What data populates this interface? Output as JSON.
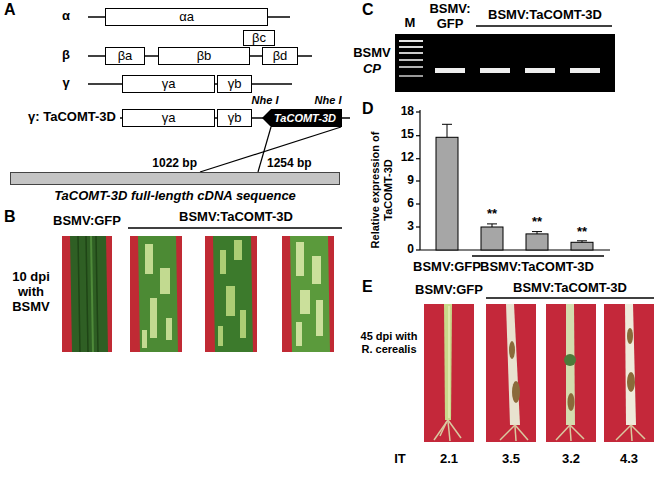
{
  "diagram": {
    "nodes": [
      {
        "text": [
          "αa"
        ]
      },
      {
        "text": [
          "βa"
        ]
      },
      {
        "text": [
          "βb"
        ]
      },
      {
        "text": [
          "βc"
        ]
      },
      {
        "text": [
          "βd"
        ]
      },
      {
        "text": [
          "γa"
        ]
      },
      {
        "text": [
          "γb"
        ]
      },
      {
        "text": [
          "γa"
        ]
      },
      {
        "text": [
          "γb"
        ]
      },
      {
        "text": [
          "TaCOMT-3D"
        ]
      },
      {
        "text": [
          "TaCOMT-3D full-length cDNA sequence"
        ]
      }
    ],
    "edges": [
      {
        "from": 9,
        "to": 10,
        "arrow": "none"
      },
      {
        "from": 9,
        "to": 10,
        "arrow": "none"
      }
    ],
    "labels": [
      "A",
      "α",
      "β",
      "γ",
      "γ: TaCOMT-3D",
      "Nhe I",
      "Nhe I",
      "1022 bp",
      "1254 bp",
      "B",
      "BSMV:GFP",
      "BSMV:TaCOMT-3D",
      "10 dpi with BSMV",
      "C",
      "M",
      "BSMV: GFP",
      "BSMV:TaCOMT-3D",
      "BSMV",
      "CP",
      "D",
      "Relative expression of TaCOMT-3D",
      "18",
      "15",
      "12",
      "9",
      "6",
      "3",
      "0",
      "**",
      "**",
      "**",
      "BSMV:GFP",
      "BSMV:TaCOMT-3D",
      "E",
      "BSMV:GFP",
      "BSMV:TaCOMT-3D",
      "45 dpi with R. cerealis",
      "IT",
      "2.1",
      "3.5",
      "3.2",
      "4.3"
    ]
  }
}
